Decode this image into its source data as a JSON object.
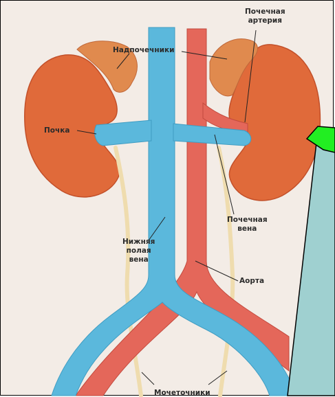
{
  "colors": {
    "background": "#f3ece6",
    "kidney": "#e06a3a",
    "kidney_shadow": "#c2502a",
    "adrenal": "#e08a4e",
    "vein": "#5bb8dc",
    "artery": "#e4675a",
    "ureter": "#efdcae",
    "callout_fill": "#9fd0d0",
    "callout_marker": "#22ee22",
    "leader_line": "#222222"
  },
  "labels": {
    "renal_artery_line1": "Почечная",
    "renal_artery_line2": "артерия",
    "adrenals": "Надпочечники",
    "kidney": "Почка",
    "renal_vein_line1": "Почечная",
    "renal_vein_line2": "вена",
    "ivc_line1": "Нижняя",
    "ivc_line2": "полая",
    "ivc_line3": "вена",
    "aorta": "Аорта",
    "ureters": "Мочеточники"
  }
}
